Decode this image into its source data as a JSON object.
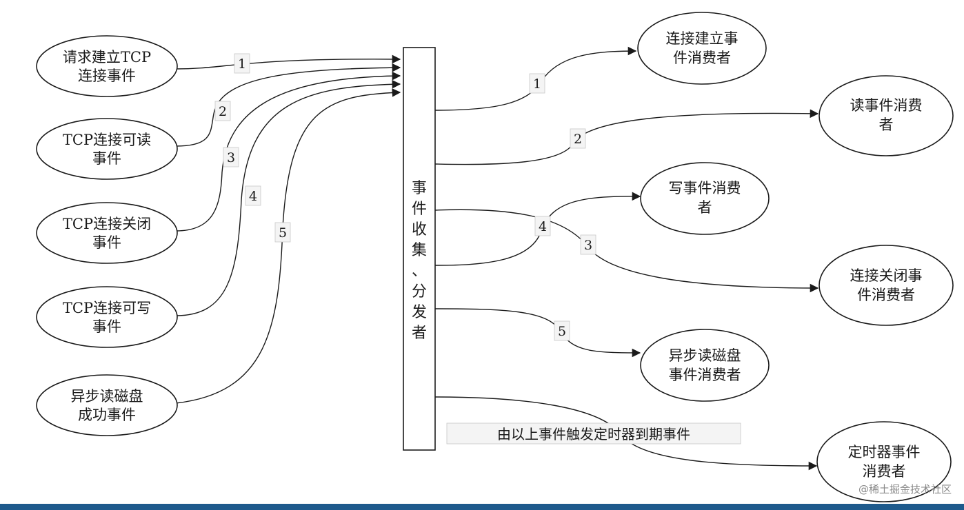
{
  "sources": [
    {
      "id": "s1",
      "lines": [
        "请求建立TCP",
        "连接事件"
      ]
    },
    {
      "id": "s2",
      "lines": [
        "TCP连接可读",
        "事件"
      ]
    },
    {
      "id": "s3",
      "lines": [
        "TCP连接关闭",
        "事件"
      ]
    },
    {
      "id": "s4",
      "lines": [
        "TCP连接可写",
        "事件"
      ]
    },
    {
      "id": "s5",
      "lines": [
        "异步读磁盘",
        "成功事件"
      ]
    }
  ],
  "hub": {
    "chars": [
      "事",
      "件",
      "收",
      "集",
      "、",
      "分",
      "发",
      "者"
    ]
  },
  "consumers": [
    {
      "id": "c1",
      "lines": [
        "连接建立事",
        "件消费者"
      ]
    },
    {
      "id": "c2",
      "lines": [
        "读事件消费",
        "者"
      ]
    },
    {
      "id": "c3",
      "lines": [
        "写事件消费",
        "者"
      ]
    },
    {
      "id": "c4",
      "lines": [
        "连接关闭事",
        "件消费者"
      ]
    },
    {
      "id": "c5",
      "lines": [
        "异步读磁盘",
        "事件消费者"
      ]
    },
    {
      "id": "c6",
      "lines": [
        "定时器事件",
        "消费者"
      ]
    }
  ],
  "in_edge_labels": [
    "1",
    "2",
    "3",
    "4",
    "5"
  ],
  "out_edge_labels": [
    "1",
    "2",
    "4",
    "3",
    "5"
  ],
  "timer_note": "由以上事件触发定时器到期事件",
  "watermark": "@稀土掘金技术社区",
  "colors": {
    "stroke": "#1a1a1a",
    "bar": "#1e5a8c",
    "label_bg": "#f4f4f4"
  }
}
